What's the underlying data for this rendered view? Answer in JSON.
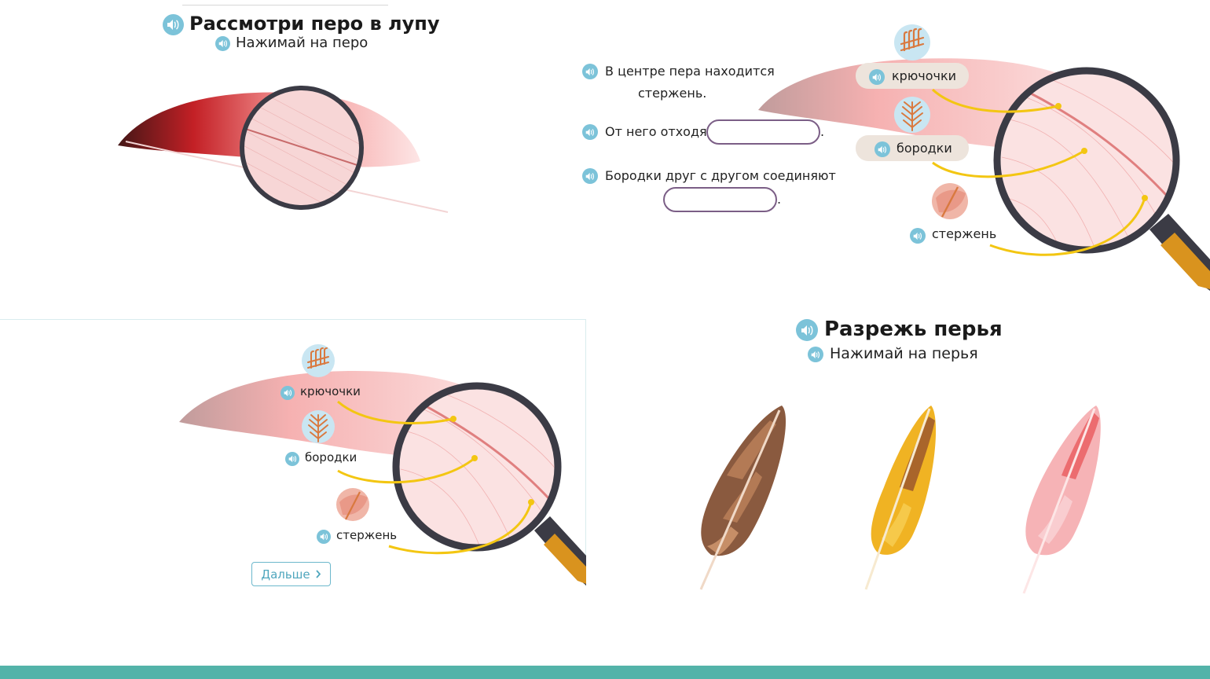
{
  "panel1": {
    "title": "Рассмотри перо в лупу",
    "subtitle": "Нажимай на перо"
  },
  "panel2": {
    "line1": "В центре пера находится",
    "line1b": "стержень.",
    "line2": "От него отходят",
    "line3": "Бородки друг с другом соединяют",
    "period": ".",
    "labels": {
      "hooks": "крючочки",
      "barbs": "бородки",
      "shaft": "стержень"
    }
  },
  "panel3": {
    "labels": {
      "hooks": "крючочки",
      "barbs": "бородки",
      "shaft": "стержень"
    },
    "next_label": "Дальше",
    "next_icon": "chevron-right-icon"
  },
  "panel4": {
    "title": "Разрежь перья",
    "subtitle": "Нажимай на перья"
  },
  "colors": {
    "accent_blue": "#7cc3d9",
    "pill_bg": "#ede4dc",
    "blank_border": "#7b5e86",
    "yellow_line": "#f3c612",
    "lens_frame": "#3b3b45",
    "handle": "#d9931e",
    "footer": "#53b3a9"
  }
}
